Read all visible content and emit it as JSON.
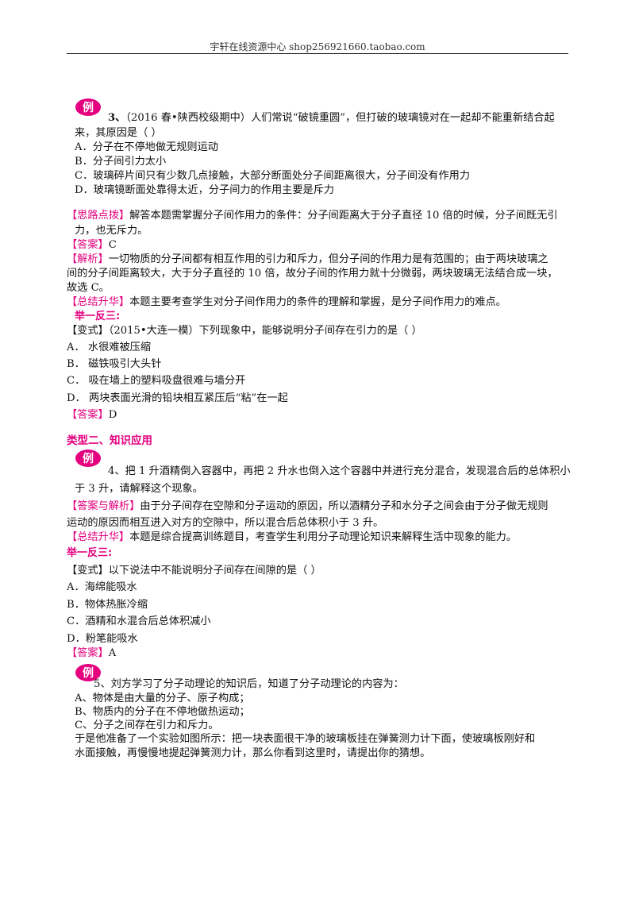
{
  "header": {
    "text": "宇轩在线资源中心   shop256921660.taobao.com"
  },
  "badge_icon": "例",
  "q3": {
    "num": "3、",
    "line1_rest": "（2016 春•陕西校级期中）人们常说“破镜重圆”，但打破的玻璃镜对在一起却不能重新结合起",
    "line2": "来，其原因是（      ）",
    "options": [
      "A．分子在不停地做无规则运动",
      "B．分子间引力太小",
      "C．玻璃碎片间只有少数几点接触，大部分断面处分子间距离很大，分子间没有作用力",
      "D．玻璃镜断面处靠得太近，分子间力的作用主要是斥力"
    ],
    "hint_tag": "【思路点拨】",
    "hint_line1": "解答本题需掌握分子间作用力的条件：分子间距离大于分子直径 10 倍的时候，分子间既无引",
    "hint_line2": "力，也无斥力。",
    "answer_tag": "【答案】",
    "answer": "C",
    "analysis_tag": "【解析】",
    "analysis_line1": "一切物质的分子间都有相互作用的引力和斥力，但分子间的作用力是有范围的；由于两块玻璃之",
    "analysis_line2": "间的分子间距离较大，大于分子直径的 10 倍，故分子间的作用力就十分微弱，两块玻璃无法结合成一块，",
    "analysis_line3": "故选 C。",
    "summary_tag": "【总结升华】",
    "summary": "本题主要考查学生对分子间作用力的条件的理解和掌握，是分子间作用力的难点。",
    "jyfs": "举一反三:",
    "variant": "【变式】（2015•大连一模）下列现象中，能够说明分子间存在引力的是（      ）",
    "variant_options": [
      "A．  水很难被压缩",
      "B．  磁铁吸引大头针",
      "C．  吸在墙上的塑料吸盘很难与墙分开",
      "D．  两块表面光滑的铅块相互紧压后“粘”在一起"
    ],
    "variant_answer_tag": "【答案】",
    "variant_answer": "D"
  },
  "section2": {
    "title": "类型二、知识应用"
  },
  "q4": {
    "line1": "4、把 1 升酒精倒入容器中，再把 2 升水也倒入这个容器中并进行充分混合，发现混合后的总体积小",
    "line2": "于 3 升，请解释这个现象。",
    "aa_tag": "【答案与解析】",
    "aa_line1": "由于分子间存在空隙和分子运动的原因，所以酒精分子和水分子之间会由于分子做无规则",
    "aa_line2": "运动的原因而相互进入对方的空隙中，所以混合后总体积小于 3 升。",
    "summary_tag": "【总结升华】",
    "summary": "本题是综合提高训练题目，考查学生利用分子动理论知识来解释生活中现象的能力。",
    "jyfs": "举一反三:",
    "variant": "【变式】以下说法中不能说明分子间存在间隙的是（      ）",
    "variant_options": [
      "A．海绵能吸水",
      "B．物体热胀冷缩",
      "C．酒精和水混合后总体积减小",
      "D．粉笔能吸水"
    ],
    "variant_answer_tag": "【答案】",
    "variant_answer": "A"
  },
  "q5": {
    "line1": "5、刘方学习了分子动理论的知识后，知道了分子动理论的内容为：",
    "items": [
      "A、物体是由大量的分子、原子构成；",
      "B、物质内的分子在不停地做热运动；",
      "C、分子之间存在引力和斥力。"
    ],
    "line_a": "于是他准备了一个实验如图所示：把一块表面很干净的玻璃板挂在弹簧测力计下面，使玻璃板刚好和",
    "line_b": "水面接触，再慢慢地提起弹簧测力计，那么你看到这里时，请提出你的猜想。"
  }
}
